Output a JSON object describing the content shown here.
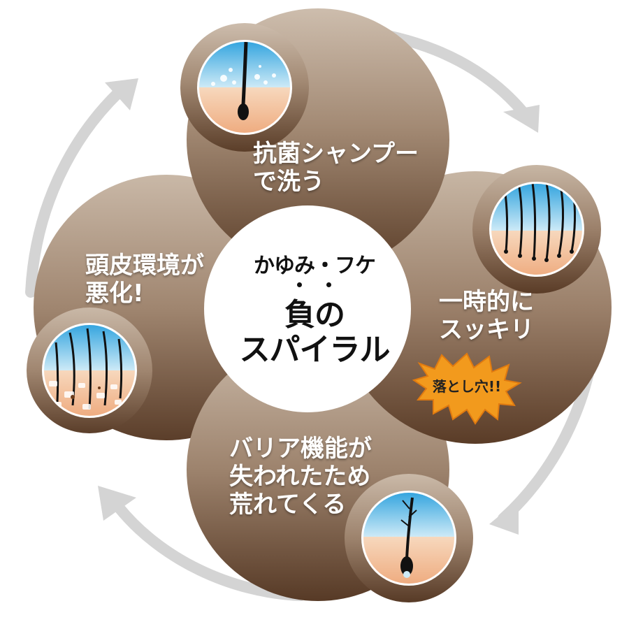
{
  "center": {
    "title_top": "かゆみ・フケ",
    "title_main_line1": "負の",
    "title_main_line2": "スパイラル"
  },
  "steps": [
    {
      "lines": [
        "抗菌シャンプー",
        "で洗う"
      ]
    },
    {
      "lines": [
        "一時的に",
        "スッキリ"
      ]
    },
    {
      "lines": [
        "バリア機能が",
        "失われたため",
        "荒れてくる"
      ]
    },
    {
      "lines": [
        "頭皮環境が",
        "悪化!"
      ]
    }
  ],
  "warning_badge": "落とし穴!!",
  "colors": {
    "bubble_top": "#c9b8a8",
    "bubble_bottom": "#5a3d28",
    "arrow": "#d6d6d6",
    "badge_fill": "#f39a1e",
    "sky": "#4fb4e6",
    "skin": "#f2c6a0",
    "hair": "#1a1a1a"
  },
  "icons": [
    "scalp-cross-section-foam-icon",
    "scalp-cross-section-many-hairs-icon",
    "scalp-cross-section-dry-hair-icon",
    "scalp-cross-section-flaky-icon"
  ]
}
